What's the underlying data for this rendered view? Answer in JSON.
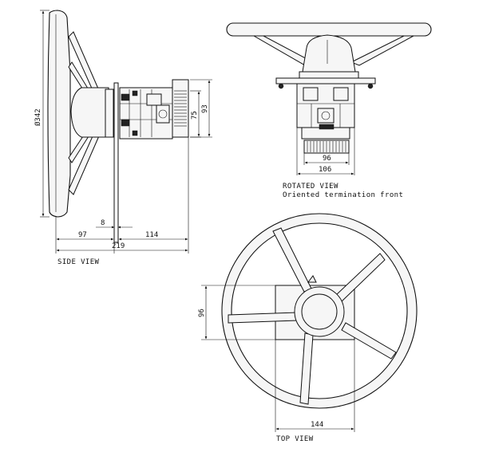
{
  "views": {
    "side": {
      "caption": "SIDE VIEW",
      "dims": {
        "diameter": "Ø342",
        "height_93": "93",
        "height_75": "75",
        "depth_8": "8",
        "len_97": "97",
        "len_114": "114",
        "len_219": "219"
      }
    },
    "rotated": {
      "caption_line1": "ROTATED VIEW",
      "caption_line2": "Oriented termination front",
      "dims": {
        "width_96": "96",
        "width_106": "106"
      }
    },
    "top": {
      "caption": "TOP VIEW",
      "dims": {
        "height_96": "96",
        "width_144": "144"
      }
    }
  }
}
